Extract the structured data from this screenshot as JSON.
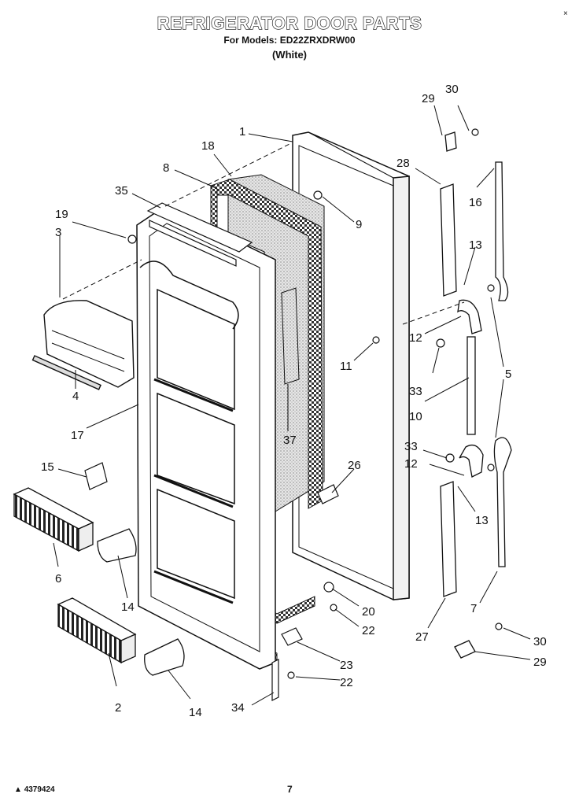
{
  "header": {
    "title": "REFRIGERATOR DOOR PARTS",
    "models_line": "For Models: ED22ZRXDRW00",
    "color_line": "(White)"
  },
  "corner_mark": "×",
  "footer": {
    "part_number": "4379424",
    "page_number": "7"
  },
  "callouts": [
    "1",
    "18",
    "8",
    "35",
    "19",
    "3",
    "9",
    "29",
    "30",
    "28",
    "16",
    "13",
    "12",
    "11",
    "5",
    "33",
    "10",
    "4",
    "17",
    "37",
    "26",
    "15",
    "12",
    "33",
    "6",
    "13",
    "14",
    "20",
    "22",
    "7",
    "27",
    "23",
    "2",
    "14",
    "22",
    "34",
    "30",
    "29"
  ],
  "colors": {
    "ink": "#111111",
    "paper": "#ffffff",
    "foam": "#cfcfcf"
  }
}
